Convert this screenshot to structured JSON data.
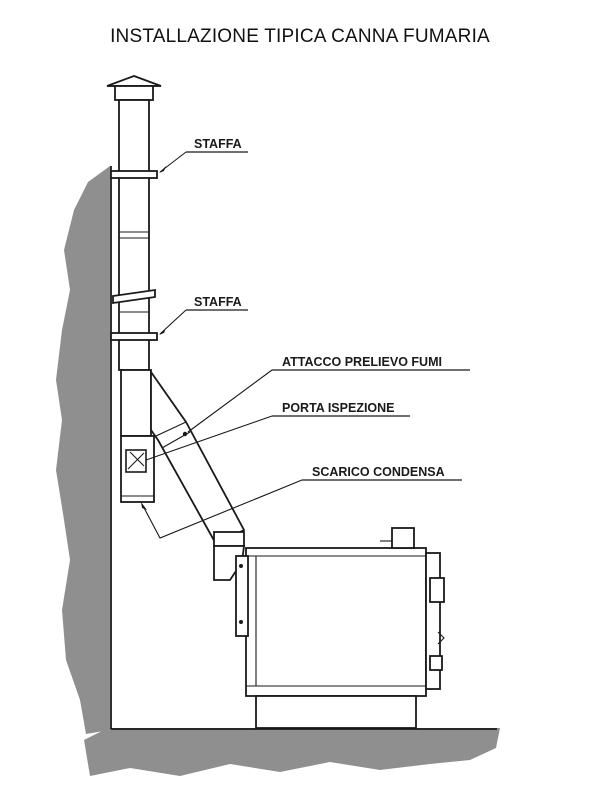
{
  "title": "INSTALLAZIONE TIPICA CANNA FUMARIA",
  "labels": {
    "bracket_top": "STAFFA",
    "bracket_bottom": "STAFFA",
    "flue_sampling": "ATTACCO PRELIEVO FUMI",
    "inspection_door": "PORTA ISPEZIONE",
    "condensate_drain": "SCARICO CONDENSA"
  },
  "colors": {
    "wall": "#8f8f8f",
    "line": "#1a1a1a",
    "background": "#ffffff"
  }
}
